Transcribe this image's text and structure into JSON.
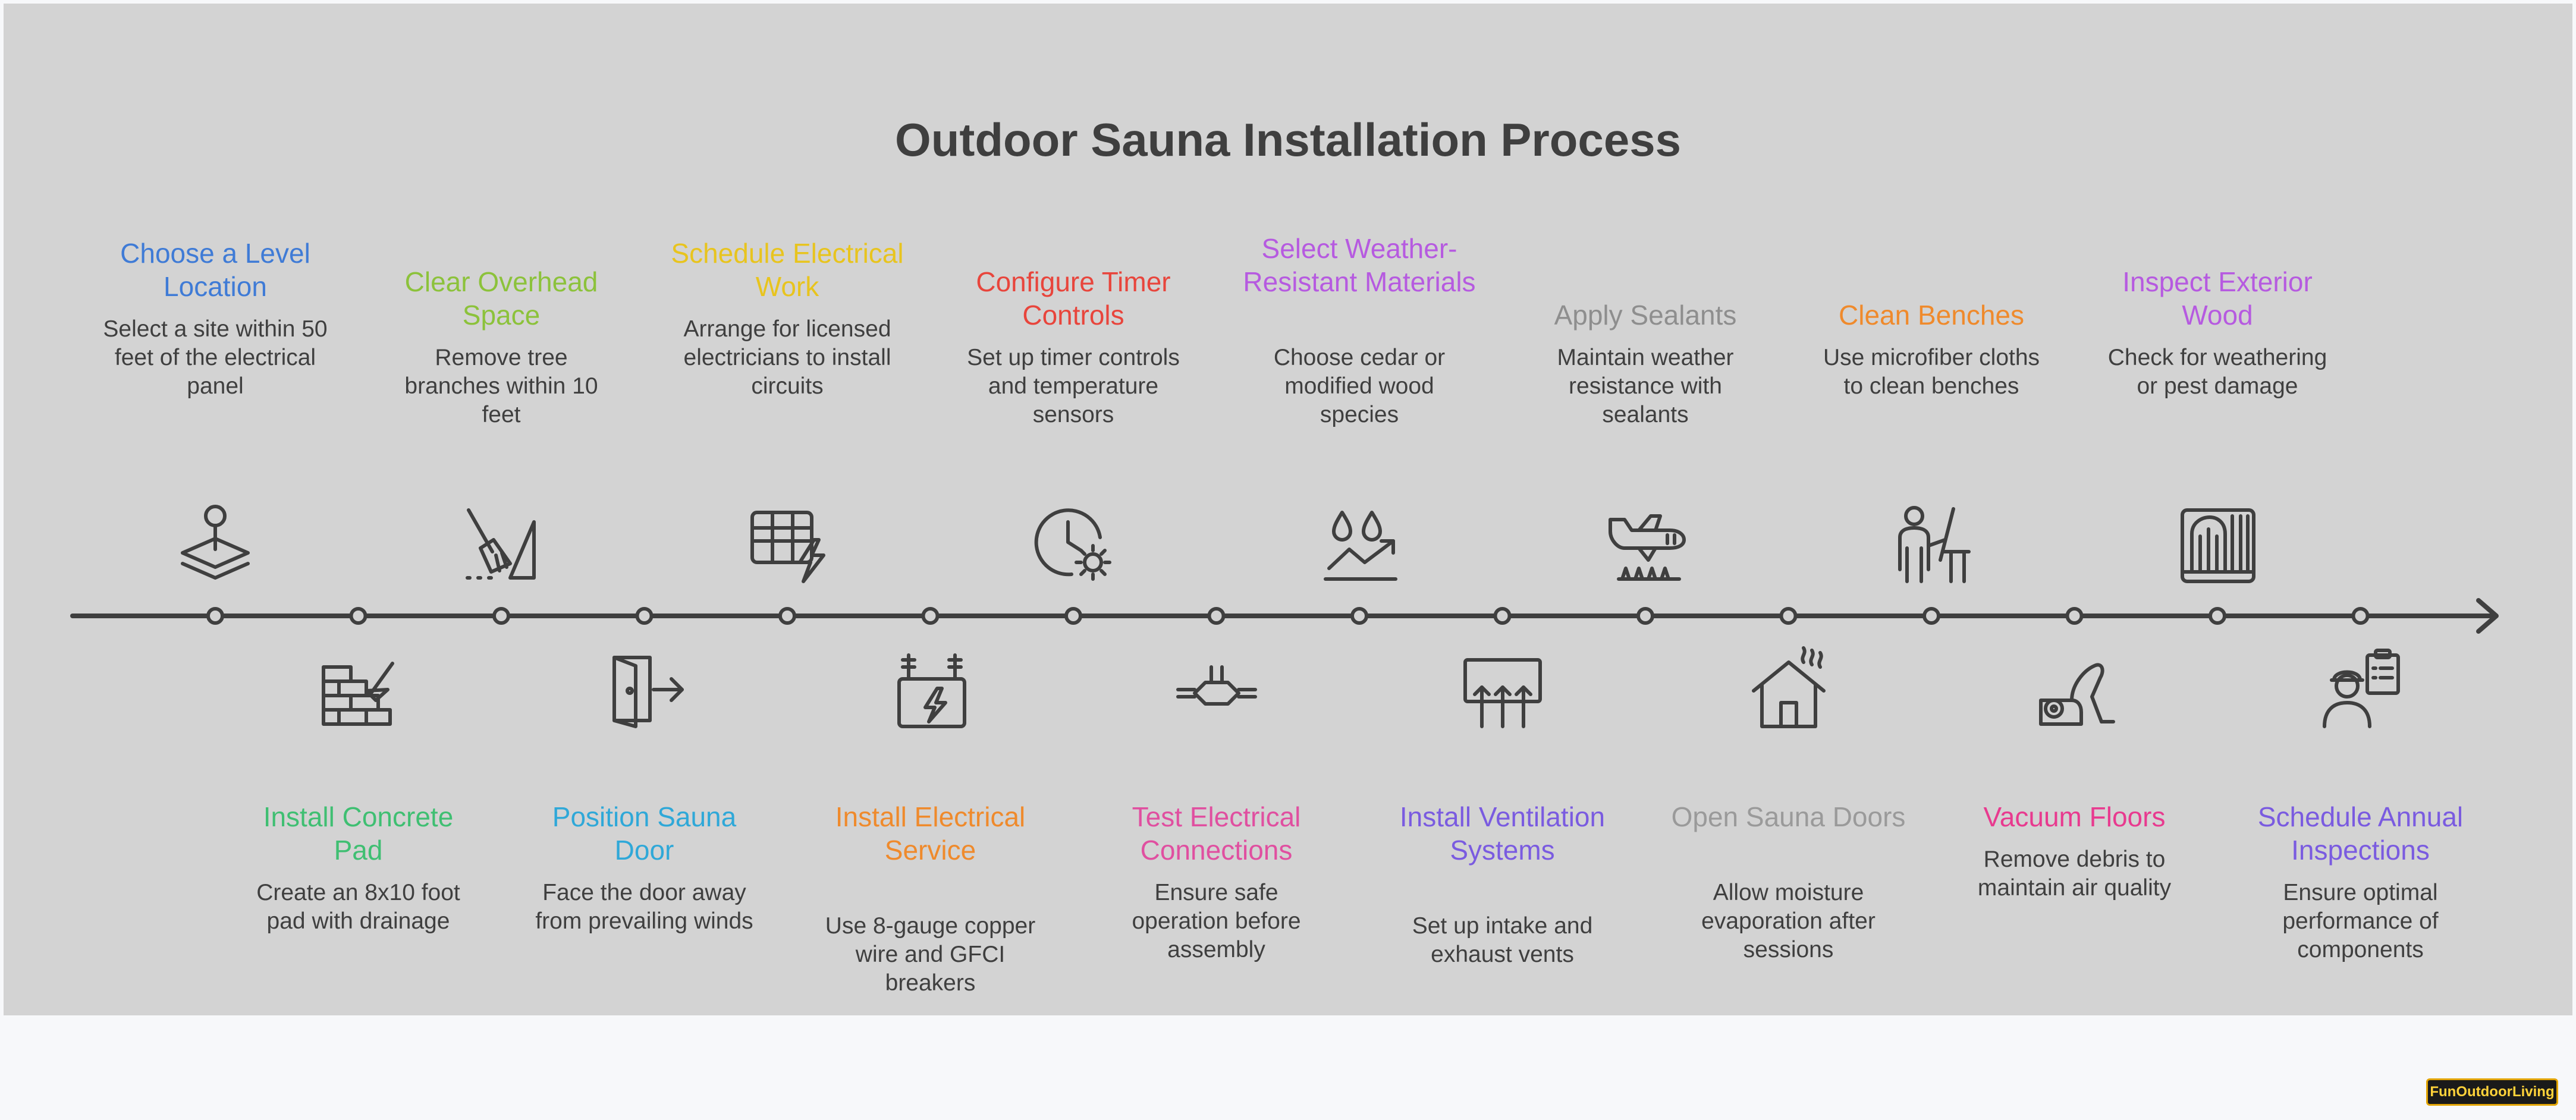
{
  "title": "Outdoor Sauna Installation Process",
  "logo_text": "FunOutdoorLiving",
  "colors": {
    "line": "#3f3f3f",
    "panel": "#d3d3d3",
    "page": "#f7f8fa"
  },
  "steps": [
    {
      "title": "Choose a Level Location",
      "desc": "Select a site within 50 feet of the electrical panel",
      "color": "#3f7bd6",
      "icon": "map-pin-layers-icon"
    },
    {
      "title": "Install Concrete Pad",
      "desc": "Create an 8x10 foot pad with drainage",
      "color": "#3fbf72",
      "icon": "brick-trowel-icon"
    },
    {
      "title": "Clear Overhead Space",
      "desc": "Remove tree branches within 10 feet",
      "color": "#8cc23b",
      "icon": "rake-icon"
    },
    {
      "title": "Position Sauna Door",
      "desc": "Face the door away from prevailing winds",
      "color": "#2fa8d8",
      "icon": "door-exit-icon"
    },
    {
      "title": "Schedule Electrical Work",
      "desc": "Arrange for licensed electricians to install circuits",
      "color": "#e8c41e",
      "icon": "calendar-lightning-icon"
    },
    {
      "title": "Install Electrical Service",
      "desc": "Use 8-gauge copper wire and GFCI breakers",
      "color": "#ef8a2c",
      "icon": "electrical-service-icon"
    },
    {
      "title": "Configure Timer Controls",
      "desc": "Set up timer controls and temperature sensors",
      "color": "#e8453c",
      "icon": "clock-gear-icon"
    },
    {
      "title": "Test Electrical Connections",
      "desc": "Ensure safe operation before assembly",
      "color": "#e04fa0",
      "icon": "connector-icon"
    },
    {
      "title": "Select Weather-Resistant Materials",
      "desc": "Choose cedar or modified wood species",
      "color": "#b65ae0",
      "icon": "drops-chart-icon"
    },
    {
      "title": "Install Ventilation Systems",
      "desc": "Set up intake and exhaust vents",
      "color": "#7a5be0",
      "icon": "vent-icon"
    },
    {
      "title": "Apply Sealants",
      "desc": "Maintain weather resistance with sealants",
      "color": "#8e8e8e",
      "icon": "spraying-plane-icon"
    },
    {
      "title": "Open Sauna Doors",
      "desc": "Allow moisture evaporation after sessions",
      "color": "#9a9a9a",
      "icon": "steam-house-icon"
    },
    {
      "title": "Clean Benches",
      "desc": "Use microfiber cloths to clean benches",
      "color": "#ef8a2c",
      "icon": "person-cleaning-icon"
    },
    {
      "title": "Vacuum Floors",
      "desc": "Remove debris to maintain air quality",
      "color": "#e83a8f",
      "icon": "vacuum-icon"
    },
    {
      "title": "Inspect Exterior Wood",
      "desc": "Check for weathering or pest damage",
      "color": "#b65ae0",
      "icon": "wood-frame-icon"
    },
    {
      "title": "Schedule Annual Inspections",
      "desc": "Ensure optimal performance of components",
      "color": "#7a5be0",
      "icon": "inspector-clipboard-icon"
    }
  ]
}
